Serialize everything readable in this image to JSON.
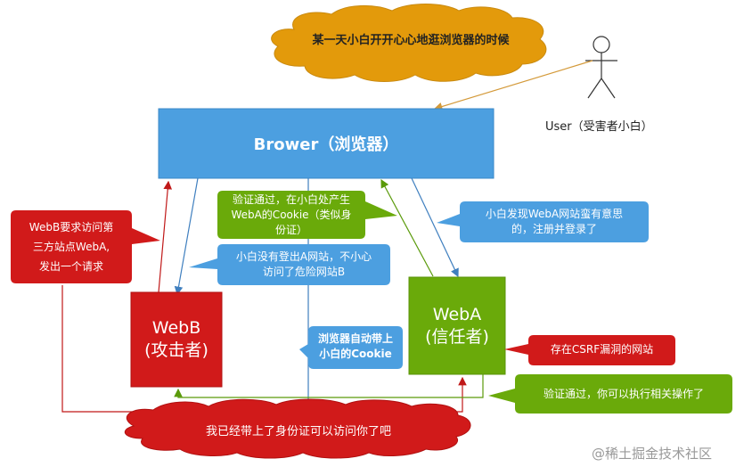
{
  "browser": {
    "label": "Brower（浏览器）",
    "color": "#4c9fe0"
  },
  "user": {
    "label": "User（受害者小白）"
  },
  "webb": {
    "label_line1": "WebB",
    "label_line2": "(攻击者)",
    "color": "#d11a1a"
  },
  "weba": {
    "label_line1": "WebA",
    "label_line2": "(信任者)",
    "color": "#6aaa0a"
  },
  "clouds": {
    "top": "某一天小白开开心心地逛浏览器的时候",
    "bottom": "我已经带上了身份证可以访问你了吧"
  },
  "callouts": {
    "webb_request": [
      "WebB要求访问第",
      "三方站点WebA,",
      "发出一个请求"
    ],
    "verify_cookie": [
      "验证通过，在小白处产生",
      "WebA的Cookie（类似身",
      "份证）"
    ],
    "login_weba": [
      "小白发现WebA网站蛮有意思",
      "的，注册并登录了"
    ],
    "visit_danger": [
      "小白没有登出A网站，不小心",
      "访问了危险网站B"
    ],
    "auto_cookie": [
      "浏览器自动带上",
      "小白的Cookie"
    ],
    "csrf": "存在CSRF漏洞的网站",
    "verify_ok": "验证通过，你可以执行相关操作了"
  },
  "watermark": "@稀土掘金技术社区",
  "colors": {
    "orange": "#e39a0b",
    "blue": "#4c9fe0",
    "red": "#d11a1a",
    "green": "#6aaa0a"
  }
}
